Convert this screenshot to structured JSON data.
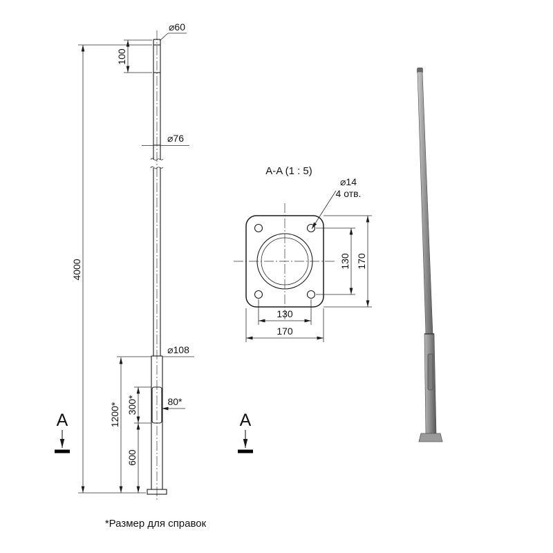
{
  "drawing": {
    "footnote": "*Размер для справок",
    "section_title": "A-A (1 : 5)",
    "cut_label": "A"
  },
  "front_view": {
    "dia_top": "⌀60",
    "len_top": "100",
    "dia_mid": "⌀76",
    "height_total": "4000",
    "dia_base": "⌀108",
    "len_base_section": "1200*",
    "len_hatch_section": "300*",
    "hatch_width": "80*",
    "len_bottom": "600"
  },
  "section_view": {
    "hole_dia": "⌀14",
    "hole_count": "4 отв.",
    "bolt_spacing": "130",
    "plate_size": "170"
  },
  "colors": {
    "line": "#1a1a1a",
    "pole_light": "#cfcfcf",
    "pole_dark": "#5a5a5a"
  }
}
